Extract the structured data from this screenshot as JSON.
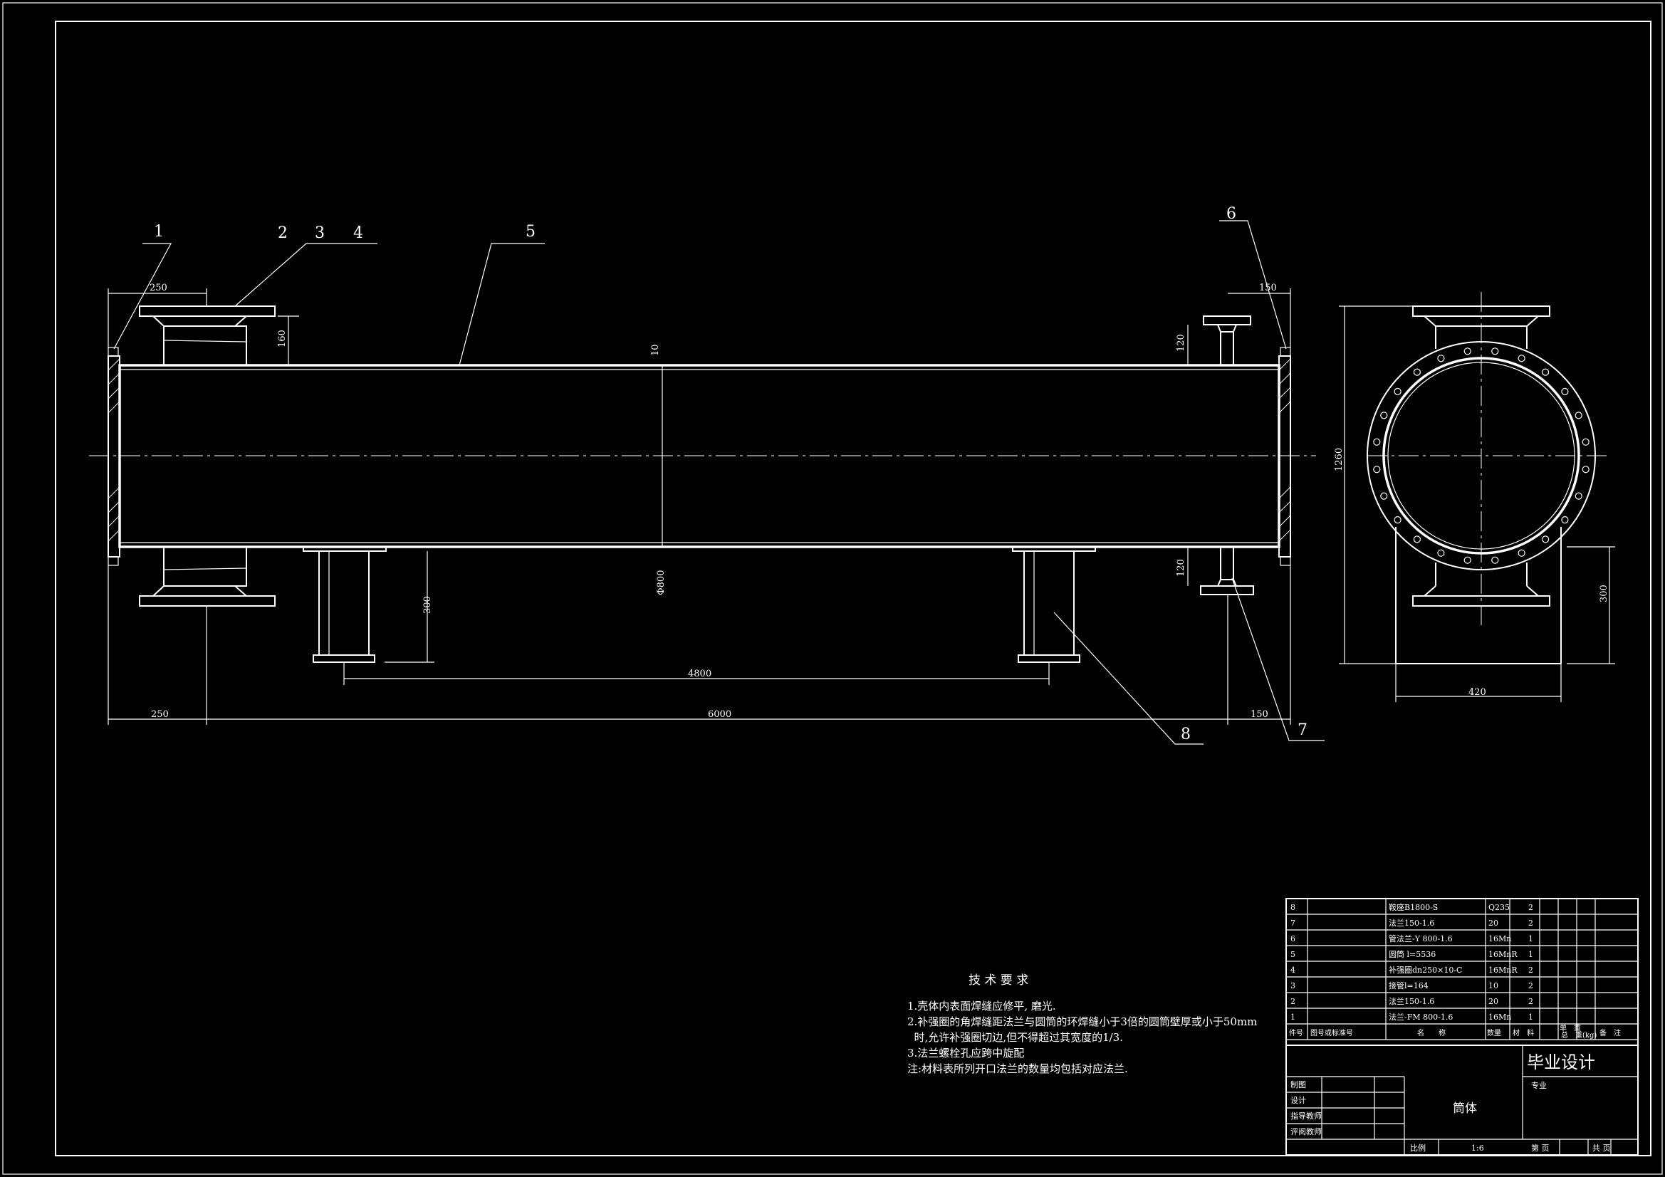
{
  "part_labels": [
    "1",
    "2",
    "3",
    "4",
    "5",
    "6",
    "7",
    "8"
  ],
  "dimensions": {
    "left_len": "250",
    "nozzle_h": "160",
    "right_len": "150",
    "right_nozzle_h": "120",
    "wall": "10",
    "diameter": "Φ800",
    "support_h": "300",
    "support_span": "4800",
    "total_len": "6000",
    "bottom_left": "250",
    "bottom_right": "150",
    "side_h": "1260",
    "side_support_h": "300",
    "side_width": "420"
  },
  "tech": {
    "title": "技 术 要 求",
    "lines": [
      "1.壳体内表面焊缝应修平, 磨光.",
      "2.补强圈的角焊缝距法兰与圆筒的环焊缝小于3倍的圆筒壁厚或小于50mm",
      "  时,允许补强圈切边,但不得超过其宽度的1/3.",
      "3.法兰螺栓孔应跨中旋配",
      "注:材料表所列开口法兰的数量均包括对应法兰."
    ]
  },
  "bom": {
    "rows": [
      [
        "8",
        "",
        "鞍座B1800-S",
        "",
        "Q235",
        "2",
        "",
        ""
      ],
      [
        "7",
        "",
        "法兰150-1.6",
        "",
        "20",
        "2",
        "",
        ""
      ],
      [
        "6",
        "",
        "管法兰-Y 800-1.6",
        "",
        "16Mn",
        "1",
        "",
        ""
      ],
      [
        "5",
        "",
        "圆筒 l=5536",
        "",
        "16MnR",
        "1",
        "",
        ""
      ],
      [
        "4",
        "",
        "补强圈dn250×10-C",
        "",
        "16MnR",
        "2",
        "",
        ""
      ],
      [
        "3",
        "",
        "接管l=164",
        "",
        "10",
        "2",
        "",
        ""
      ],
      [
        "2",
        "",
        "法兰150-1.6",
        "",
        "20",
        "2",
        "",
        ""
      ],
      [
        "1",
        "",
        "法兰-FM 800-1.6",
        "",
        "16Mn",
        "1",
        "",
        ""
      ]
    ],
    "headers": [
      "件号",
      "图号或标准号",
      "名　　称",
      "数量",
      "材　料",
      "单　重",
      "总　重(kg)",
      "备　注"
    ]
  },
  "title_block": {
    "design_title": "毕业设计",
    "major_label": "专业",
    "part_name": "筒体",
    "roles": [
      "制图",
      "设计",
      "指导教师",
      "评阅教师"
    ],
    "scale_label": "比例",
    "scale": "1:6",
    "sheet_label": "第 页",
    "total_label": "共 页"
  }
}
